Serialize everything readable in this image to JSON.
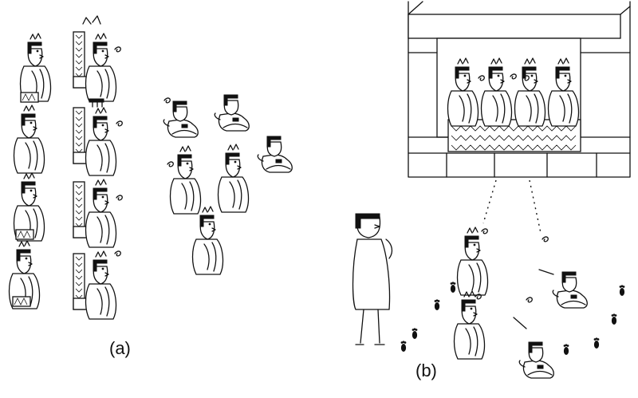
{
  "panels": [
    {
      "id": "a",
      "caption": "(a)"
    },
    {
      "id": "b",
      "caption": "(b)"
    }
  ]
}
